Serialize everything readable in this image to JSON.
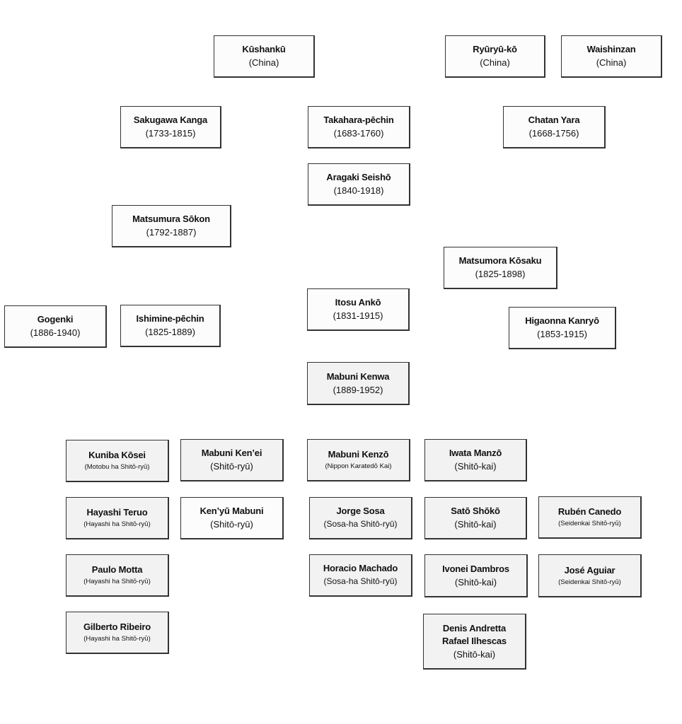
{
  "nodes": {
    "kushanku": {
      "name": "Kūshankū",
      "sub": "(China)"
    },
    "ryuryuko": {
      "name": "Ryūryū-kō",
      "sub": "(China)"
    },
    "waishinzan": {
      "name": "Waishinzan",
      "sub": "(China)"
    },
    "sakugawa": {
      "name": "Sakugawa Kanga",
      "sub": "(1733-1815)"
    },
    "takahara": {
      "name": "Takahara-pēchin",
      "sub": "(1683-1760)"
    },
    "chatan": {
      "name": "Chatan Yara",
      "sub": "(1668-1756)"
    },
    "aragaki": {
      "name": "Aragaki Seishō",
      "sub": "(1840-1918)"
    },
    "matsumura": {
      "name": "Matsumura Sōkon",
      "sub": "(1792-1887)"
    },
    "matsumora": {
      "name": "Matsumora Kōsaku",
      "sub": "(1825-1898)"
    },
    "itosu": {
      "name": "Itosu Ankō",
      "sub": "(1831-1915)"
    },
    "gogenki": {
      "name": "Gogenki",
      "sub": "(1886-1940)"
    },
    "ishimine": {
      "name": "Ishimine-pēchin",
      "sub": "(1825-1889)"
    },
    "higaonna": {
      "name": "Higaonna Kanryō",
      "sub": "(1853-1915)"
    },
    "kenwa": {
      "name": "Mabuni Kenwa",
      "sub": "(1889-1952)"
    },
    "kuniba": {
      "name": "Kuniba Kōsei",
      "sub": "(Motobu ha Shitō-ryū)"
    },
    "kenei": {
      "name": "Mabuni Ken’ei",
      "sub": "(Shitō-ryū)"
    },
    "kenzo": {
      "name": "Mabuni Kenzō",
      "sub": "(Nippon Karatedō Kai)"
    },
    "iwata": {
      "name": "Iwata Manzō",
      "sub": "(Shitō-kai)"
    },
    "hayashi": {
      "name": "Hayashi Teruo",
      "sub": "(Hayashi ha Shitō-ryū)"
    },
    "kenyu": {
      "name": "Ken’yū Mabuni",
      "sub": "(Shitō-ryū)"
    },
    "sosa": {
      "name": "Jorge Sosa",
      "sub": "(Sosa-ha Shitō-ryū)"
    },
    "sato": {
      "name": "Satō Shōkō",
      "sub": "(Shitō-kai)"
    },
    "canedo": {
      "name": "Rubén Canedo",
      "sub": "(Seidenkai Shitō-ryū)"
    },
    "motta": {
      "name": "Paulo Motta",
      "sub": "(Hayashi ha Shitō-ryū)"
    },
    "machado": {
      "name": "Horacio Machado",
      "sub": "(Sosa-ha Shitō-ryū)"
    },
    "dambros": {
      "name": "Ivonei Dambros",
      "sub": "(Shitō-kai)"
    },
    "aguiar": {
      "name": "José Aguiar",
      "sub": "(Seidenkai Shitō-ryū)"
    },
    "ribeiro": {
      "name": "Gilberto Ribeiro",
      "sub": "(Hayashi ha Shitō-ryū)"
    },
    "andretta": {
      "name": "Denis Andretta",
      "name2": "Rafael Ilhescas",
      "sub": "(Shitō-kai)"
    }
  },
  "colors": {
    "box_fill_upper": "#fcfcfc",
    "box_fill_lower": "#f2f2f2",
    "border": "#333333"
  }
}
